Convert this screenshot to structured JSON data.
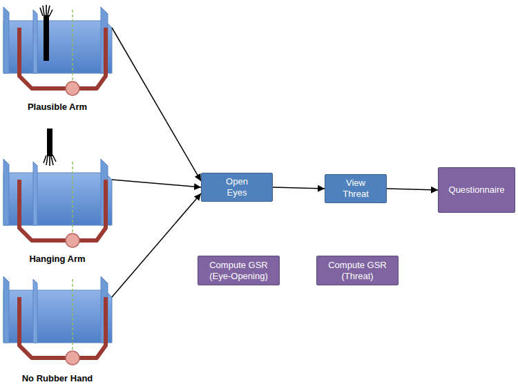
{
  "diagram": {
    "nodes": [
      {
        "text": [
          "Plausible Arm"
        ]
      },
      {
        "text": [
          "Hanging Arm"
        ]
      },
      {
        "text": [
          "No Rubber Hand"
        ]
      },
      {
        "text": [
          "Open Eyes"
        ]
      },
      {
        "text": [
          "View Threat"
        ]
      },
      {
        "text": [
          "Questionnaire"
        ]
      },
      {
        "text": [
          "Compute GSR (Eye-Opening)"
        ]
      },
      {
        "text": [
          "Compute GSR (Threat)"
        ]
      }
    ],
    "edges": [
      {
        "from": 0,
        "to": 3,
        "arrow": "to"
      },
      {
        "from": 1,
        "to": 3,
        "arrow": "to"
      },
      {
        "from": 2,
        "to": 3,
        "arrow": "to"
      },
      {
        "from": 3,
        "to": 4,
        "arrow": "to"
      },
      {
        "from": 4,
        "to": 5,
        "arrow": "to"
      }
    ]
  }
}
